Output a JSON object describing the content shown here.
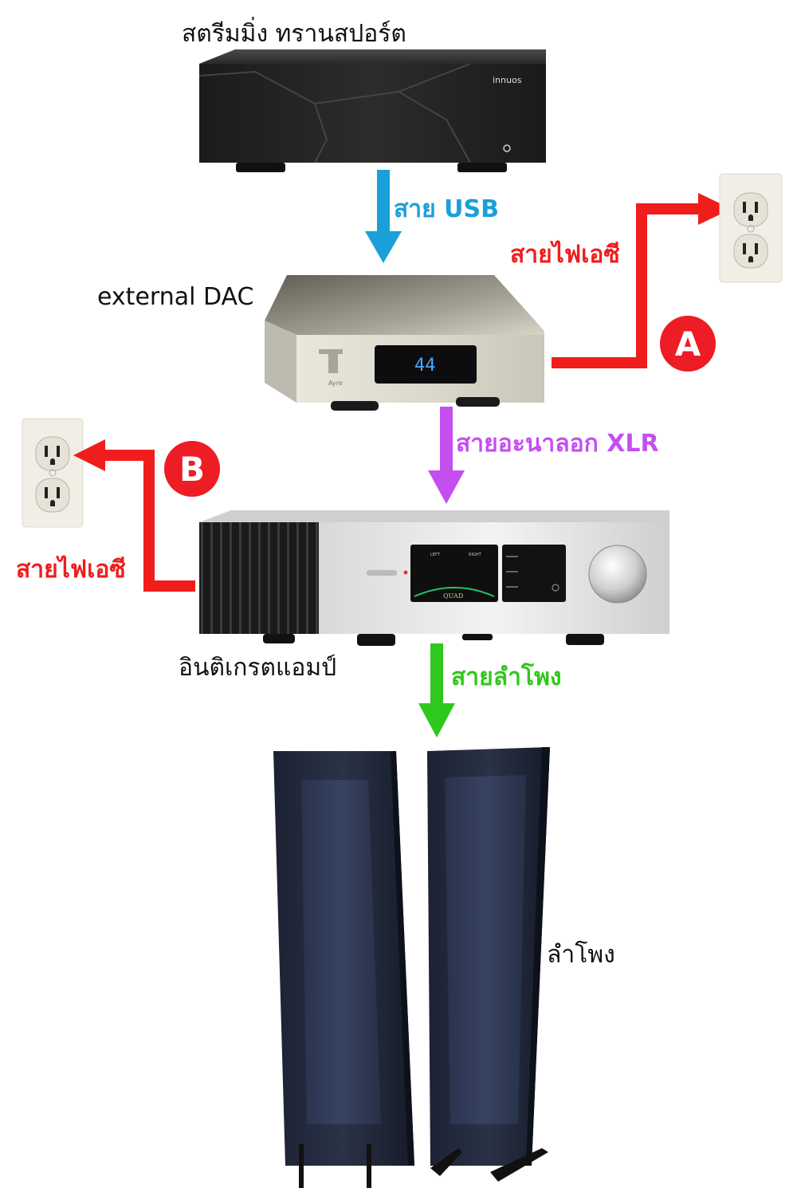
{
  "labels": {
    "transport": "สตรีมมิ่ง ทรานสปอร์ต",
    "dac": "external DAC",
    "amp": "อินติเกรตแอมป์",
    "speakers": "ลำโพง"
  },
  "cables": {
    "usb": "สาย USB",
    "xlr": "สายอะนาลอก XLR",
    "speaker": "สายลำโพง",
    "ac_a": "สายไฟเอซี",
    "ac_b": "สายไฟเอซี"
  },
  "badges": {
    "a": "A",
    "b": "B"
  },
  "device_text": {
    "transport_brand": "innuos",
    "dac_display": "44",
    "dac_brand": "Ayre",
    "amp_brand": "QUAD",
    "amp_meter_left": "LEFT",
    "amp_meter_right": "RIGHT"
  },
  "colors": {
    "usb": "#1aa0d8",
    "xlr": "#c44ef0",
    "speaker": "#2fc81c",
    "ac": "#f01d1d"
  }
}
